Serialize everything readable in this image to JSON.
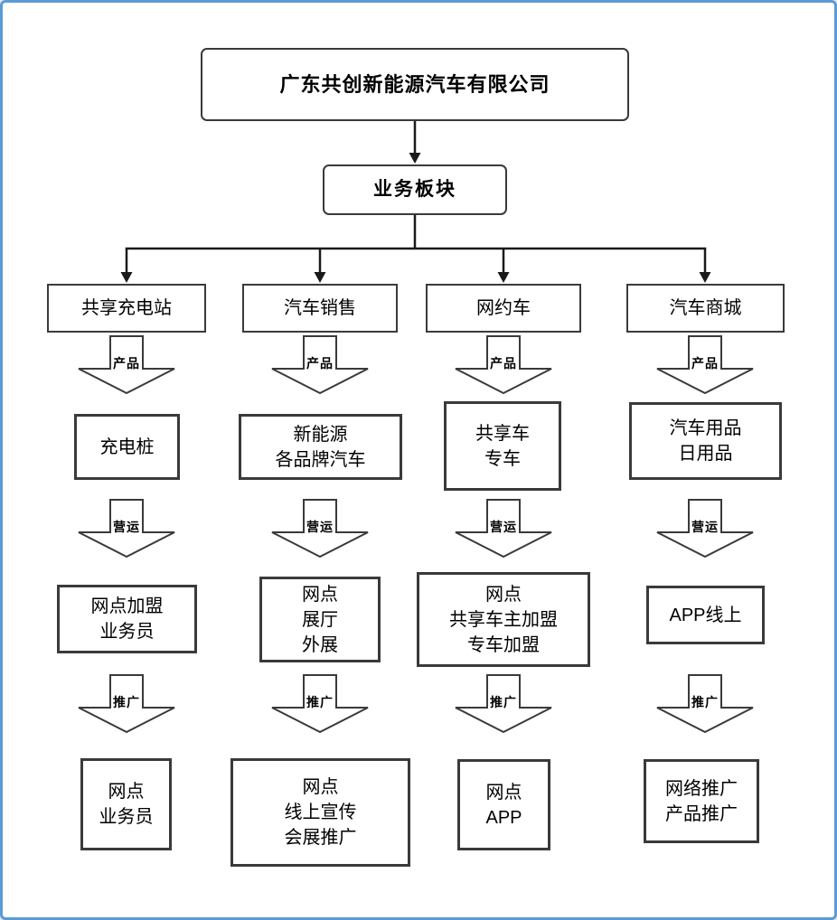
{
  "diagram": {
    "company": "广东共创新能源汽车有限公司",
    "business_block": "业务板块"
  },
  "stages": {
    "product": "产品",
    "operation": "营运",
    "promotion": "推广"
  },
  "columns": [
    {
      "header": "共享充电站",
      "product": "充电桩",
      "operation": "网点加盟\n业务员",
      "promotion": "网点\n业务员"
    },
    {
      "header": "汽车销售",
      "product": "新能源\n各品牌汽车",
      "operation": "网点\n展厅\n外展",
      "promotion": "网点\n线上宣传\n会展推广"
    },
    {
      "header": "网约车",
      "product": "共享车\n专车",
      "operation": "网点\n共享车主加盟\n专车加盟",
      "promotion": "网点\nAPP"
    },
    {
      "header": "汽车商城",
      "product": "汽车用品\n日用品",
      "operation": "APP线上",
      "promotion": "网络推广\n产品推广"
    }
  ],
  "colors": {
    "frame": "#5B9BD5",
    "box_border": "#3A3A3A",
    "connector": "#1A1A1A",
    "text": "#000000",
    "background": "#FFFFFF"
  }
}
